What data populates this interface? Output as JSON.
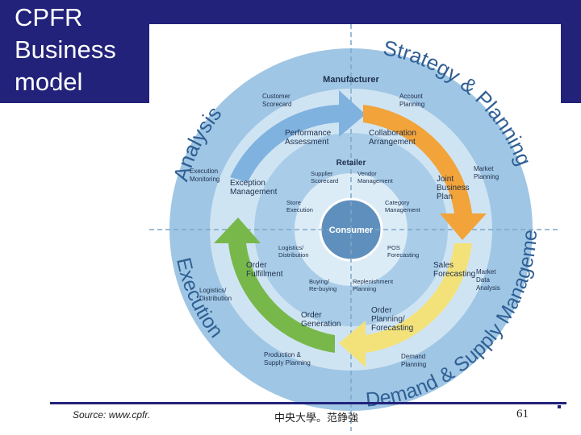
{
  "slide": {
    "title_lines": [
      "CPFR",
      "Business",
      "model"
    ],
    "source": "Source: www.cpfr.",
    "institution": "中央大學。范錚強",
    "page_number": "61"
  },
  "colors": {
    "title_band": "#22227a",
    "outer_ring": "#9fc6e4",
    "middle_ring": "#cfe4f3",
    "inner_ring": "#a9cde8",
    "core": "#5f8fbd",
    "arrow_blue": "#7fb2de",
    "arrow_orange": "#f2a33a",
    "arrow_yellow": "#f3e27a",
    "arrow_green": "#78b84a"
  },
  "diagram": {
    "quadrants": {
      "analysis": "Analysis",
      "strategy": "Strategy & Planning",
      "demand": "Demand & Supply Management",
      "execution": "Execution"
    },
    "manufacturer": "Manufacturer",
    "retailer": "Retailer",
    "consumer": "Consumer",
    "outer_labels": {
      "customer_scorecard": [
        "Customer",
        "Scorecard"
      ],
      "account_planning": [
        "Account",
        "Planning"
      ],
      "market_planning": [
        "Market",
        "Planning"
      ],
      "execution_monitoring": [
        "Execution",
        "Monitoring"
      ],
      "market_data_analysis": [
        "Market",
        "Data",
        "Analysis"
      ],
      "logistics_distribution": [
        "Logistics/",
        "Distribution"
      ],
      "production_supply": [
        "Production &",
        "Supply Planning"
      ],
      "demand_planning": [
        "Demand",
        "Planning"
      ]
    },
    "cycle_labels": {
      "performance": [
        "Performance",
        "Assessment"
      ],
      "collaboration": [
        "Collaboration",
        "Arrangement"
      ],
      "exception": [
        "Exception",
        "Management"
      ],
      "joint_business": [
        "Joint",
        "Business",
        "Plan"
      ],
      "sales_forecasting": [
        "Sales",
        "Forecasting"
      ],
      "order_fulfillment": [
        "Order",
        "Fulfillment"
      ],
      "order_generation": [
        "Order",
        "Generation"
      ],
      "order_planning": [
        "Order",
        "Planning/",
        "Forecasting"
      ]
    },
    "inner_labels": {
      "supplier_scorecard": [
        "Supplier",
        "Scorecard"
      ],
      "vendor_management": [
        "Vendor",
        "Management"
      ],
      "store_execution": [
        "Store",
        "Execution"
      ],
      "category_management": [
        "Category",
        "Management"
      ],
      "logistics_distribution": [
        "Logistics/",
        "Distribution"
      ],
      "pos_forecasting": [
        "POS",
        "Forecasting"
      ],
      "buying": [
        "Buying/",
        "Re-buying"
      ],
      "replenishment": [
        "Replenishment",
        "Planning"
      ]
    }
  }
}
